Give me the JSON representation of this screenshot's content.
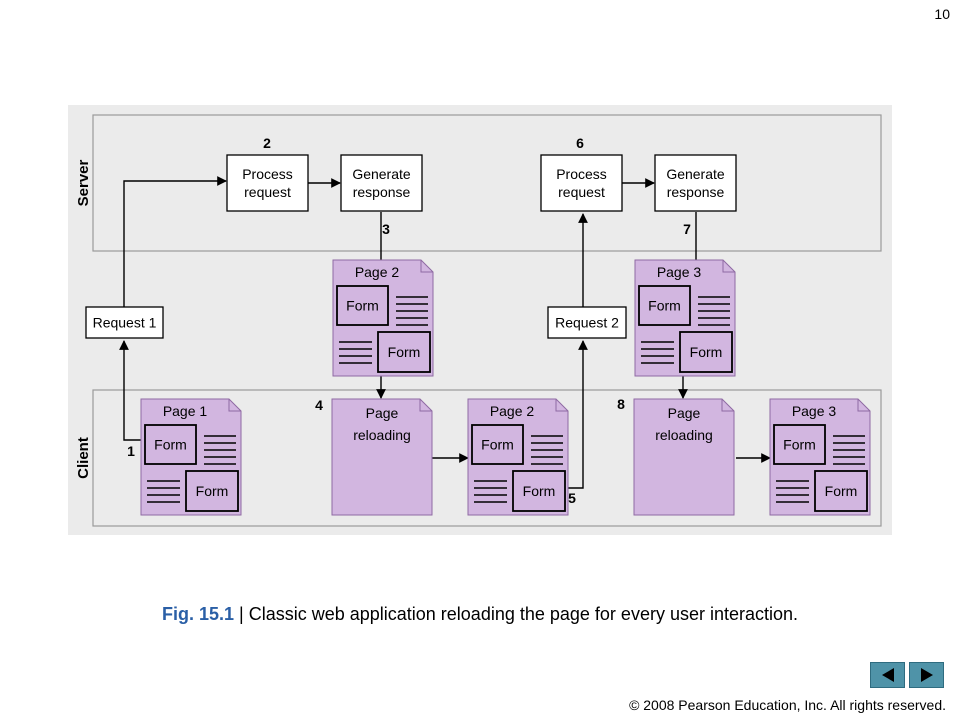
{
  "slide_number": "10",
  "diagram": {
    "server_label": "Server",
    "client_label": "Client",
    "process_request": [
      "Process",
      "request"
    ],
    "generate_response": [
      "Generate",
      "response"
    ],
    "request_1": "Request 1",
    "request_2": "Request 2",
    "page_reloading": [
      "Page",
      "reloading"
    ],
    "pages": [
      "Page 1",
      "Page 2",
      "Page 3"
    ],
    "form": "Form",
    "steps": [
      "1",
      "2",
      "3",
      "4",
      "5",
      "6",
      "7",
      "8"
    ]
  },
  "caption": {
    "fig": "Fig. 15.1",
    "separator": " | ",
    "text": "Classic web application reloading the page for every user interaction."
  },
  "nav": {
    "prev_icon": "triangle-left-icon",
    "next_icon": "triangle-right-icon"
  },
  "footer": "© 2008 Pearson Education, Inc.  All rights reserved.",
  "colors": {
    "panel": "#ebebeb",
    "lane_border": "#9a9a9a",
    "page_fill": "#d2b6e0",
    "page_border": "#8f6aa3",
    "caption_accent": "#2a5fa6",
    "nav_button": "#4f93a8"
  }
}
